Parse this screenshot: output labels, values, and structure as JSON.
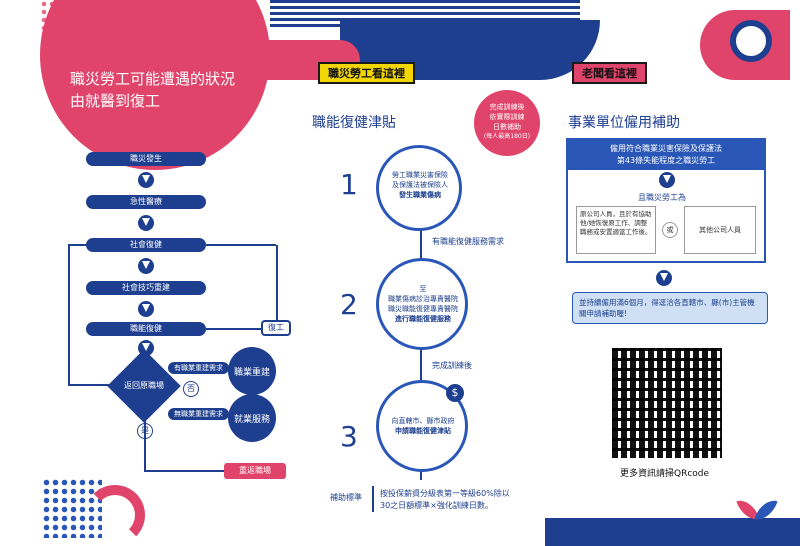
{
  "left": {
    "title_line1": "職災勞工可能遭遇的狀況",
    "title_line2": "由就醫到復工",
    "flow": [
      "職災發生",
      "急性醫療",
      "社會復健",
      "社會技巧重建",
      "職能復健"
    ],
    "decision": "返回原職場",
    "no_label": "否",
    "yes_label": "是",
    "branch1_tag": "有職業重建需求",
    "branch2_tag": "無職業重建需求",
    "branch1_node": "職業重建",
    "branch2_node": "就業服務",
    "return_work": "復工",
    "final": "重返職場"
  },
  "middle": {
    "header_tag": "職災勞工看這裡",
    "section_title": "職能復健津貼",
    "badge_line1": "完成訓練後",
    "badge_line2": "依實際訓練",
    "badge_line3": "日數補助",
    "badge_line4": "(每人最高180日)",
    "step1_num": "1",
    "step1_line1": "勞工職業災害保險",
    "step1_line2": "及保護法被保險人",
    "step1_bold": "發生職業傷病",
    "between1": "有職能復健服務需求",
    "step2_num": "2",
    "step2_line1": "至",
    "step2_line2": "職業傷病診治專責醫院",
    "step2_line3": "職災職能復健專責醫院",
    "step2_bold": "進行職能復健服務",
    "between2": "完成訓練後",
    "step3_num": "3",
    "step3_line1": "向直轄市、縣市政府",
    "step3_bold": "申請職能復健津貼",
    "standard_label": "補助標準",
    "standard_line1": "按投保薪資分級表第一等級60%除以",
    "standard_line2": "30之日額標準×強化訓練日數。"
  },
  "right": {
    "header_tag": "老闆看這裡",
    "section_title": "事業單位僱用補助",
    "box_line1": "僱用符合職業災害保險及保護法",
    "box_line2": "第43條失能程度之職災勞工",
    "and_label": "且職災勞工為",
    "option1": "原公司人員，且於有協助他/她恢復原工作、調整職務或安置適當工作後。",
    "or_label": "或",
    "option2": "其他公司人員",
    "note": "並持續僱用滿6個月，得逕洽各直轄市、縣(市)主管機關申請補助喔!",
    "qr_caption": "更多資訊請掃QRcode"
  },
  "colors": {
    "navy": "#1e3f8f",
    "pink": "#e0446a",
    "yellow": "#f2d600",
    "light_blue": "#cfe0f5"
  }
}
